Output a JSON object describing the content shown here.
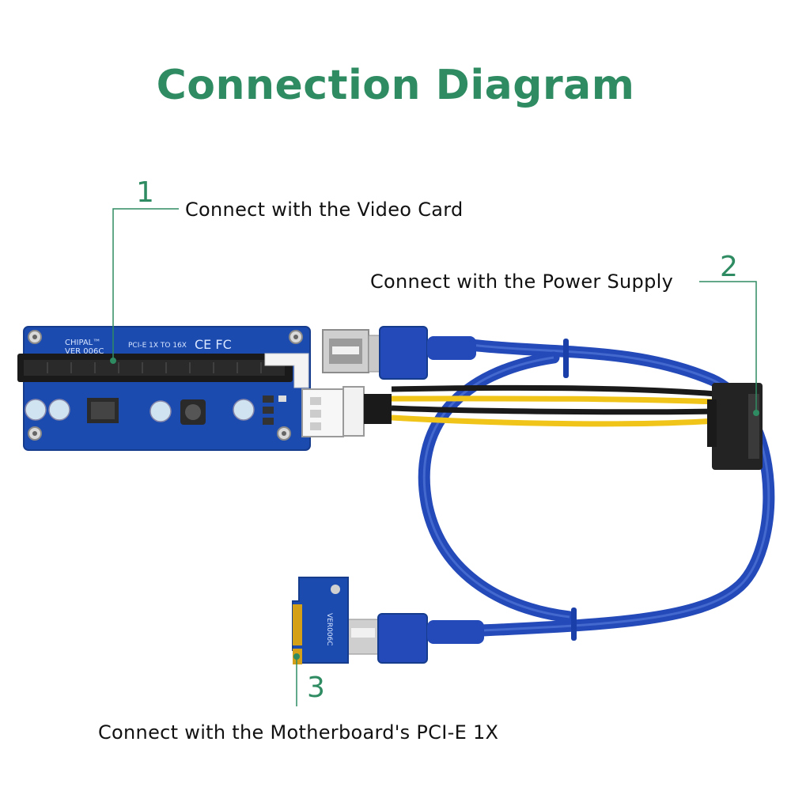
{
  "title": "Connection Diagram",
  "callouts": [
    {
      "number": "1",
      "text": "Connect with the Video Card"
    },
    {
      "number": "2",
      "text": "Connect with the Power Supply"
    },
    {
      "number": "3",
      "text": "Connect with the Motherboard's PCI-E 1X"
    }
  ],
  "board": {
    "brand": "CHIPAL™",
    "version": "VER 006C",
    "slot_text": "PCI-E 1X TO 16X",
    "cert": "CE FC",
    "small_version": "VER006C"
  },
  "colors": {
    "accent": "#2e8b62",
    "pcb": "#1c4bb0",
    "cable": "#2449b8",
    "slot": "#1a1a1a"
  }
}
